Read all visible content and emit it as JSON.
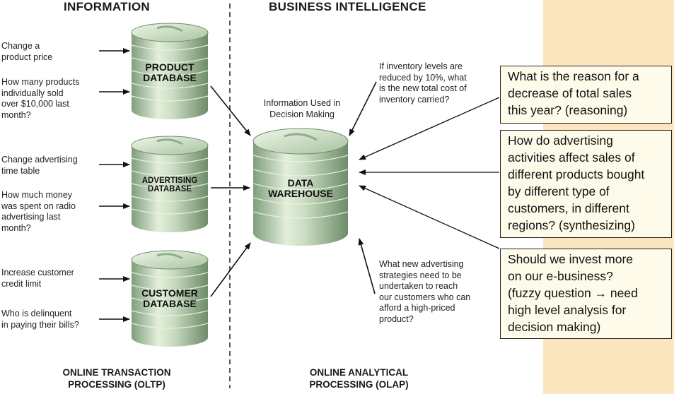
{
  "headings": {
    "information": "INFORMATION",
    "business_intelligence": "BUSINESS INTELLIGENCE"
  },
  "footers": {
    "oltp_line1": "ONLINE TRANSACTION",
    "oltp_line2": "PROCESSING (OLTP)",
    "olap_line1": "ONLINE ANALYTICAL",
    "olap_line2": "PROCESSING (OLAP)"
  },
  "databases": {
    "product": {
      "line1": "PRODUCT",
      "line2": "DATABASE"
    },
    "advertising": {
      "line1": "ADVERTISING",
      "line2": "DATABASE"
    },
    "customer": {
      "line1": "CUSTOMER",
      "line2": "DATABASE"
    },
    "warehouse": {
      "line1": "DATA",
      "line2": "WAREHOUSE"
    }
  },
  "left_questions": {
    "q1": [
      "Change a",
      "product price"
    ],
    "q2": [
      "How many products",
      "individually sold",
      "over $10,000 last",
      "month?"
    ],
    "q3": [
      "Change advertising",
      "time table"
    ],
    "q4": [
      "How much money",
      "was spent on radio",
      "advertising last",
      "month?"
    ],
    "q5": [
      "Increase customer",
      "credit limit"
    ],
    "q6": [
      "Who is delinquent",
      "in paying their bills?"
    ]
  },
  "warehouse_notes": {
    "info_used": [
      "Information Used in",
      "Decision Making"
    ],
    "inventory": [
      "If inventory levels are",
      "reduced by 10%, what",
      "is the new total cost of",
      "inventory carried?"
    ],
    "advertising": [
      "What new advertising",
      "strategies need to be",
      "undertaken to reach",
      "our customers who can",
      "afford a high-priced",
      "product?"
    ]
  },
  "boxes": {
    "b1": [
      "What is the reason for a",
      "decrease of total sales",
      "this year? (reasoning)"
    ],
    "b2": [
      "How do advertising",
      "activities affect sales of",
      "different products bought",
      "by different type of",
      "customers, in different",
      "regions? (synthesizing)"
    ],
    "b3": [
      "Should we invest more",
      "on our e-business?",
      "(fuzzy question → need",
      "high level analysis for",
      "decision making)"
    ]
  },
  "colors": {
    "sidebar": "#fbe6c0",
    "cylinder_light": "#e3efdc",
    "cylinder_dark": "#7f9e7a",
    "box_fill": "#fffbea"
  }
}
